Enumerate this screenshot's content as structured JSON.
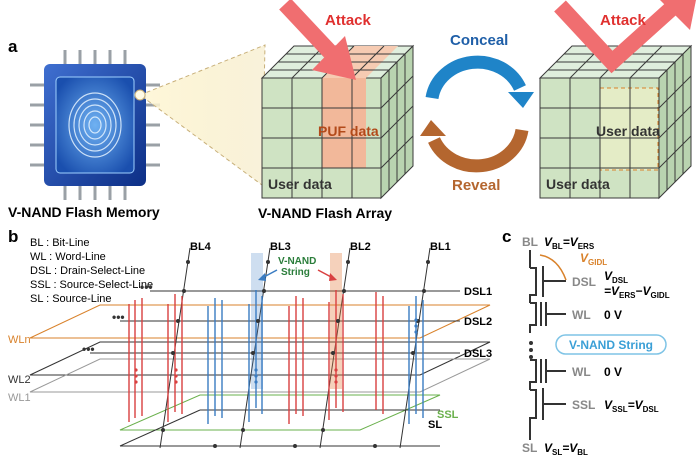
{
  "panel_a": {
    "letter": "a",
    "chip_caption": "V-NAND Flash Memory",
    "array_caption": "V-NAND Flash Array",
    "attack_left": "Attack",
    "attack_right": "Attack",
    "puf_data": "PUF data",
    "user_data_left": "User data",
    "user_data_right_top": "User data",
    "user_data_right_bottom": "User data",
    "conceal": "Conceal",
    "reveal": "Reveal",
    "colors": {
      "cube_green": "#cfe3c3",
      "puf": "#f2b89a",
      "attack": "#f06e70",
      "conceal": "#1f84c8",
      "reveal": "#b4662f"
    }
  },
  "panel_b": {
    "letter": "b",
    "legend": [
      "BL : Bit-Line",
      "WL : Word-Line",
      "DSL : Drain-Select-Line",
      "SSL : Source-Select-Line",
      "SL : Source-Line"
    ],
    "bitlines": [
      "BL4",
      "BL3",
      "BL2",
      "BL1"
    ],
    "dsl": [
      "DSL1",
      "DSL2",
      "DSL3"
    ],
    "wln": "WLn",
    "wl2": "WL2",
    "wl1": "WL1",
    "ssl": "SSL",
    "sl": "SL",
    "string_label_line1": "V-NAND",
    "string_label_line2": "String",
    "colors": {
      "red": "#d94040",
      "blue": "#3a7cc2",
      "orange": "#d9822b",
      "green": "#6ab04c",
      "gray": "#999999"
    }
  },
  "panel_c": {
    "letter": "c",
    "bl": "BL",
    "sl": "SL",
    "dsl": "DSL",
    "wl_top": "WL",
    "wl_bottom": "WL",
    "ssl": "SSL",
    "vgidl": "V",
    "vgidl_sub": "GIDL",
    "v_bl_eq_1": "V",
    "v_bl_eq_sub1": "BL",
    "v_bl_eq_2": "=V",
    "v_bl_eq_sub2": "ERS",
    "v_dsl_1": "V",
    "v_dsl_sub1": "DSL",
    "v_dsl_2": "=V",
    "v_dsl_sub2": "ERS",
    "v_dsl_3": "−V",
    "v_dsl_sub3": "GIDL",
    "wl_top_v": "0 V",
    "wl_bottom_v": "0 V",
    "string_label": "V-NAND String",
    "v_ssl_1": "V",
    "v_ssl_sub1": "SSL",
    "v_ssl_2": "=V",
    "v_ssl_sub2": "DSL",
    "v_sl_1": "V",
    "v_sl_sub1": "SL",
    "v_sl_2": "=V",
    "v_sl_sub2": "BL"
  }
}
